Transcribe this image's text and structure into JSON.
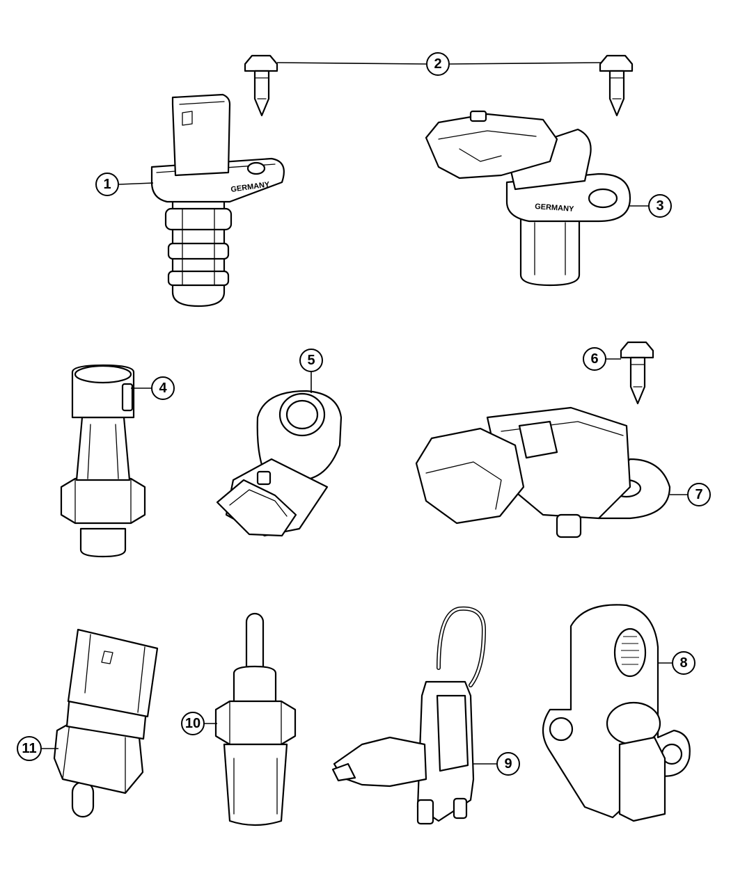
{
  "diagram": {
    "callouts": [
      {
        "id": "1",
        "label": "1"
      },
      {
        "id": "2",
        "label": "2"
      },
      {
        "id": "3",
        "label": "3"
      },
      {
        "id": "4",
        "label": "4"
      },
      {
        "id": "5",
        "label": "5"
      },
      {
        "id": "6",
        "label": "6"
      },
      {
        "id": "7",
        "label": "7"
      },
      {
        "id": "8",
        "label": "8"
      },
      {
        "id": "9",
        "label": "9"
      },
      {
        "id": "10",
        "label": "10"
      },
      {
        "id": "11",
        "label": "11"
      }
    ],
    "stamps": {
      "sensor_1": "GERMANY",
      "sensor_3": "GERMANY"
    }
  }
}
